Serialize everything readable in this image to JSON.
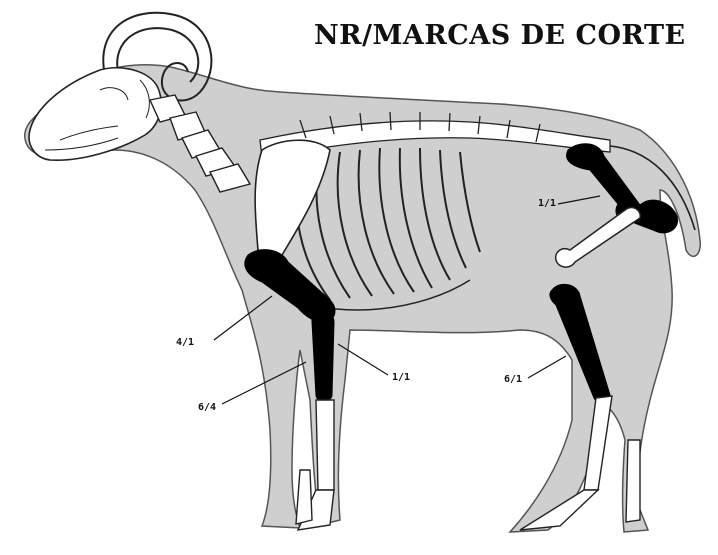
{
  "title": "NR/MARCAS DE CORTE",
  "labels": {
    "hip": "1/1",
    "scapula_humerus": "4/1",
    "forelimb_lower": "6/4",
    "radius": "1/1",
    "tibia": "6/1"
  },
  "colors": {
    "background": "#ffffff",
    "silhouette": "#cfcfcf",
    "outline": "#555555",
    "bone": "#ffffff",
    "bone_stroke": "#222222",
    "marked_bone": "#000000"
  }
}
